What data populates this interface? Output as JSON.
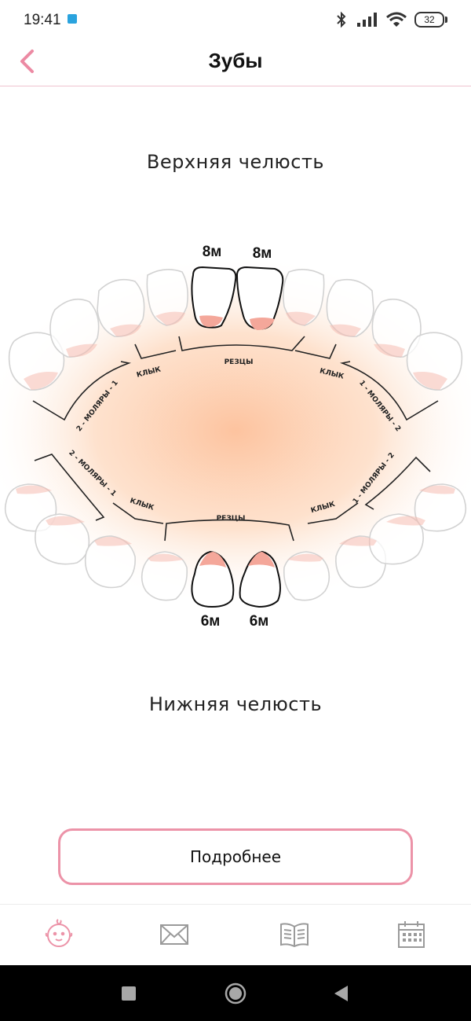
{
  "status_bar": {
    "time": "19:41",
    "battery": "32",
    "icons": [
      "app-notification-icon",
      "bluetooth-icon",
      "signal-icon",
      "wifi-icon",
      "battery-icon"
    ]
  },
  "header": {
    "title": "Зубы",
    "back_icon": "chevron-left-icon"
  },
  "upper_jaw": {
    "title": "Верхняя челюсть",
    "labels": {
      "incisors": "РЕЗЦЫ",
      "canine_left": "КЛЫК",
      "canine_right": "КЛЫК",
      "molars_left": "2 - МОЛЯРЫ - 1",
      "molars_right": "1 - МОЛЯРЫ - 2"
    },
    "tooth_ages": [
      "8м",
      "8м"
    ]
  },
  "lower_jaw": {
    "title": "Нижняя челюсть",
    "labels": {
      "incisors": "РЕЗЦЫ",
      "canine_left": "КЛЫК",
      "canine_right": "КЛЫК",
      "molars_left": "2 - МОЛЯРЫ - 1",
      "molars_right": "1 - МОЛЯРЫ - 2"
    },
    "tooth_ages": [
      "6м",
      "6м"
    ]
  },
  "details_button": {
    "label": "Подробнее"
  },
  "bottom_nav": {
    "items": [
      {
        "icon": "baby-face-icon",
        "active": true
      },
      {
        "icon": "envelope-icon",
        "active": false
      },
      {
        "icon": "book-icon",
        "active": false
      },
      {
        "icon": "calendar-icon",
        "active": false
      }
    ]
  },
  "colors": {
    "accent": "#ec93a8",
    "gum": "#f4a79a",
    "glow": "#fdc9a3",
    "faded_tooth": "#cfcfcf"
  }
}
